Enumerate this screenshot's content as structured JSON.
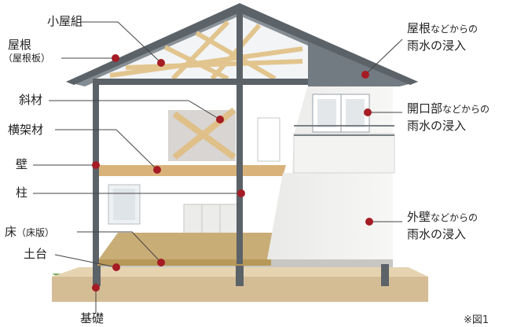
{
  "labels": {
    "koyagumi": "小屋組",
    "yane": "屋根",
    "yaneita": "（屋根板）",
    "shazai": "斜材",
    "yokokasezai": "横架材",
    "kabe": "壁",
    "hashira": "柱",
    "yuka": "床",
    "yukaban": "（床版）",
    "dodai": "土台",
    "kiso": "基礎"
  },
  "right_labels": {
    "roof_a": "屋根",
    "roof_b": "などからの",
    "roof_c": "雨水の浸入",
    "opening_a": "開口部",
    "opening_b": "などからの",
    "opening_c": "雨水の浸入",
    "wall_a": "外壁",
    "wall_b": "などからの",
    "wall_c": "雨水の浸入"
  },
  "note": "※図1",
  "colors": {
    "frame": "#5b6268",
    "roof": "#7d868e",
    "timber": "#e2c58e",
    "wall": "#f2f2f0",
    "ground": "#d9c4a0",
    "grass": "#6aa84f",
    "marker": "#a51c24"
  }
}
